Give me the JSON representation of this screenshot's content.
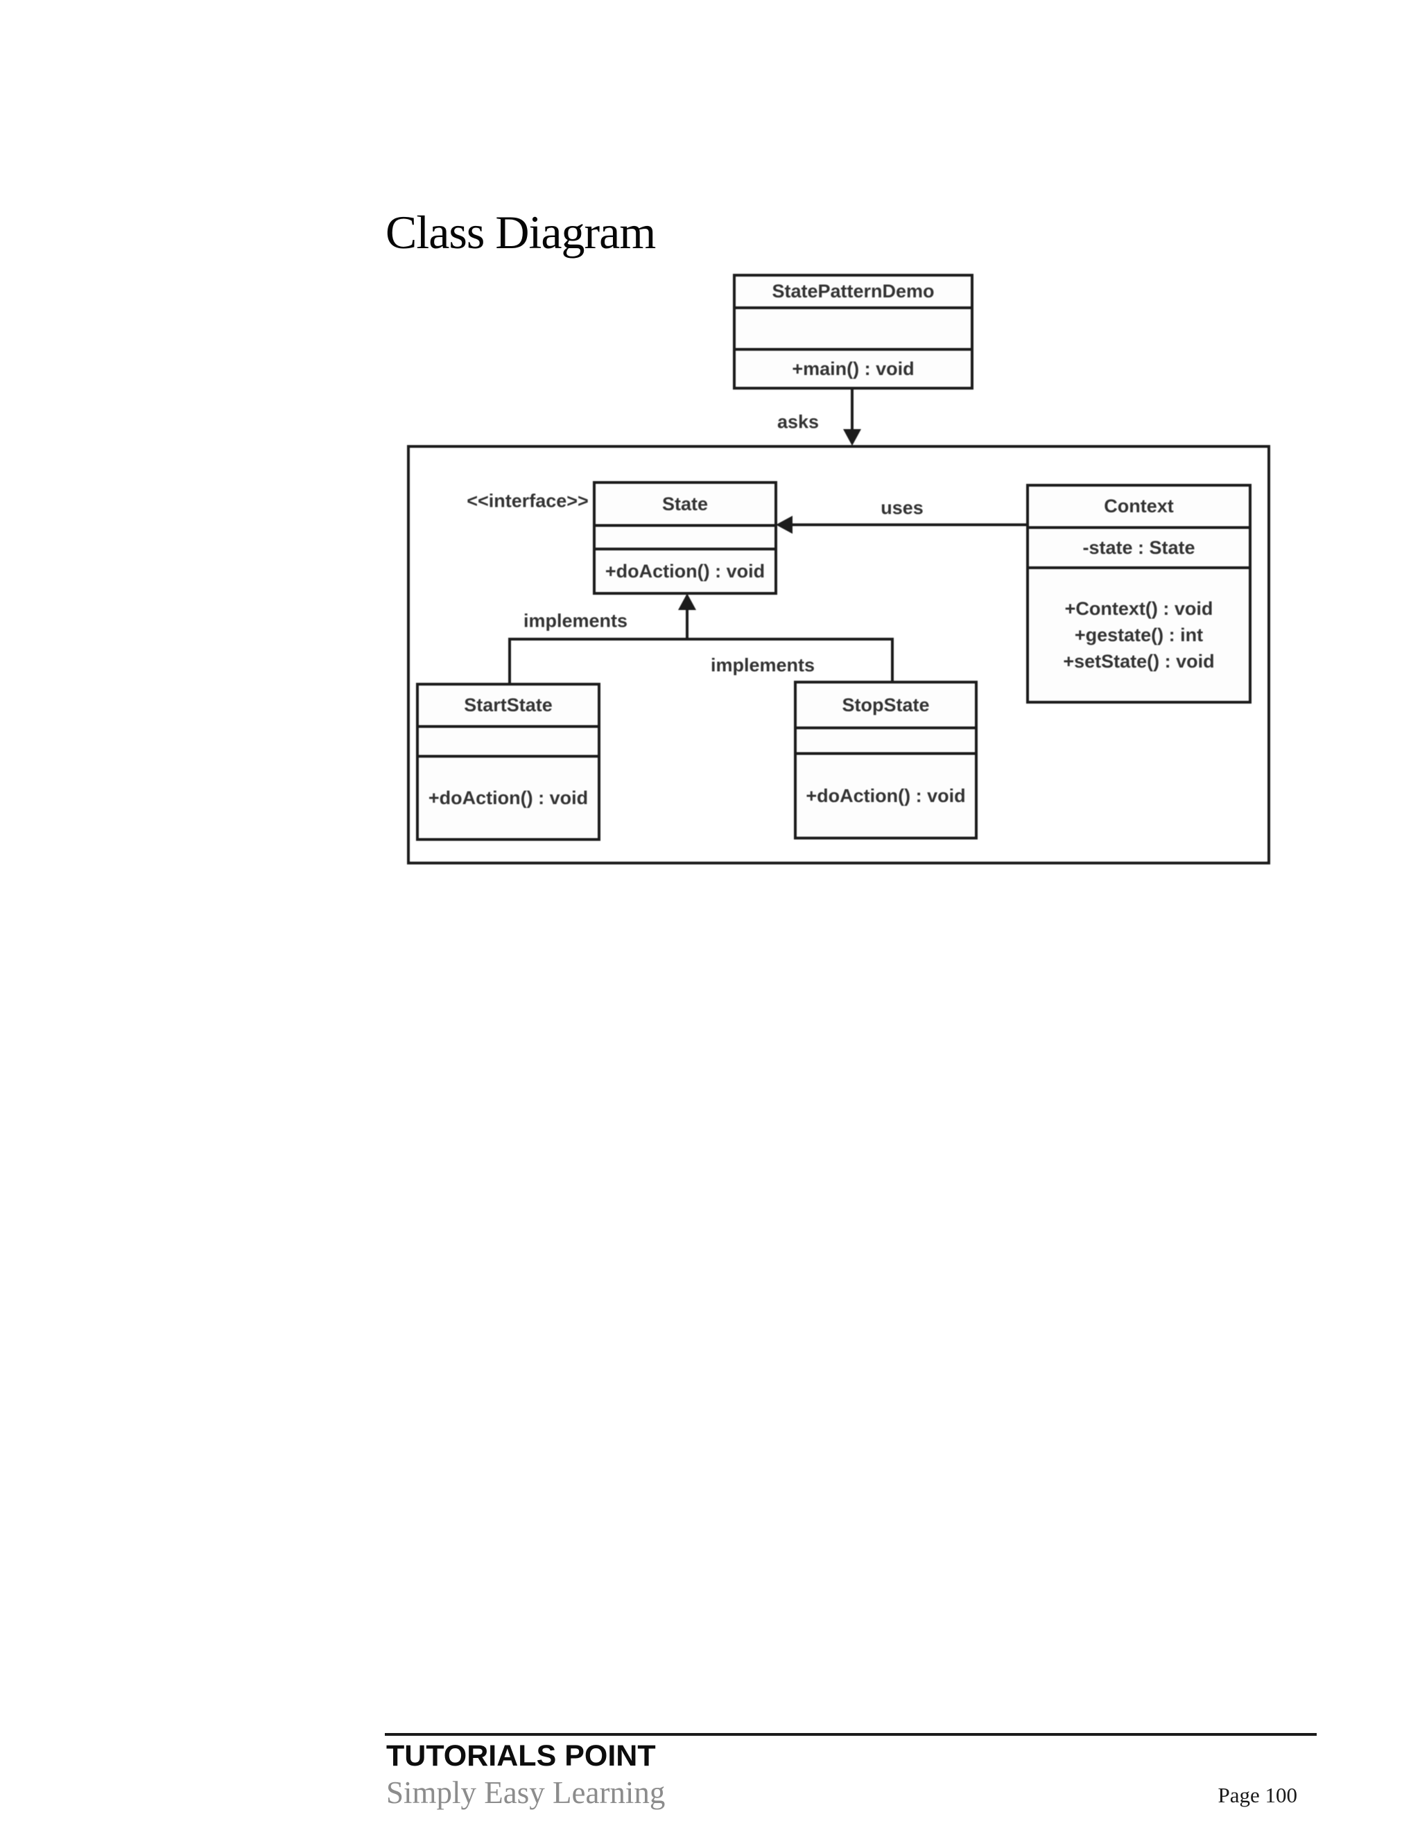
{
  "page": {
    "title": "Class Diagram"
  },
  "diagram": {
    "classes": {
      "state_pattern_demo": {
        "name": "StatePatternDemo",
        "attributes": [],
        "methods": [
          "+main() : void"
        ]
      },
      "state": {
        "stereotype": "<<interface>>",
        "name": "State",
        "attributes": [],
        "methods": [
          "+doAction() : void"
        ]
      },
      "context": {
        "name": "Context",
        "attributes": [
          "-state : State"
        ],
        "methods": [
          "+Context() : void",
          "+gestate() : int",
          "+setState() : void"
        ]
      },
      "start_state": {
        "name": "StartState",
        "attributes": [],
        "methods": [
          "+doAction() : void"
        ]
      },
      "stop_state": {
        "name": "StopState",
        "attributes": [],
        "methods": [
          "+doAction() : void"
        ]
      }
    },
    "labels": {
      "asks": "asks",
      "uses": "uses",
      "implements_start": "implements",
      "implements_stop": "implements",
      "interface_stereotype": "<<interface>>"
    },
    "colors": {
      "line_ink": "#1c1c1c",
      "text_ink": "#333333"
    }
  },
  "footer": {
    "brand": "TUTORIALS POINT",
    "tagline": "Simply Easy Learning",
    "page_number": "Page 100"
  }
}
